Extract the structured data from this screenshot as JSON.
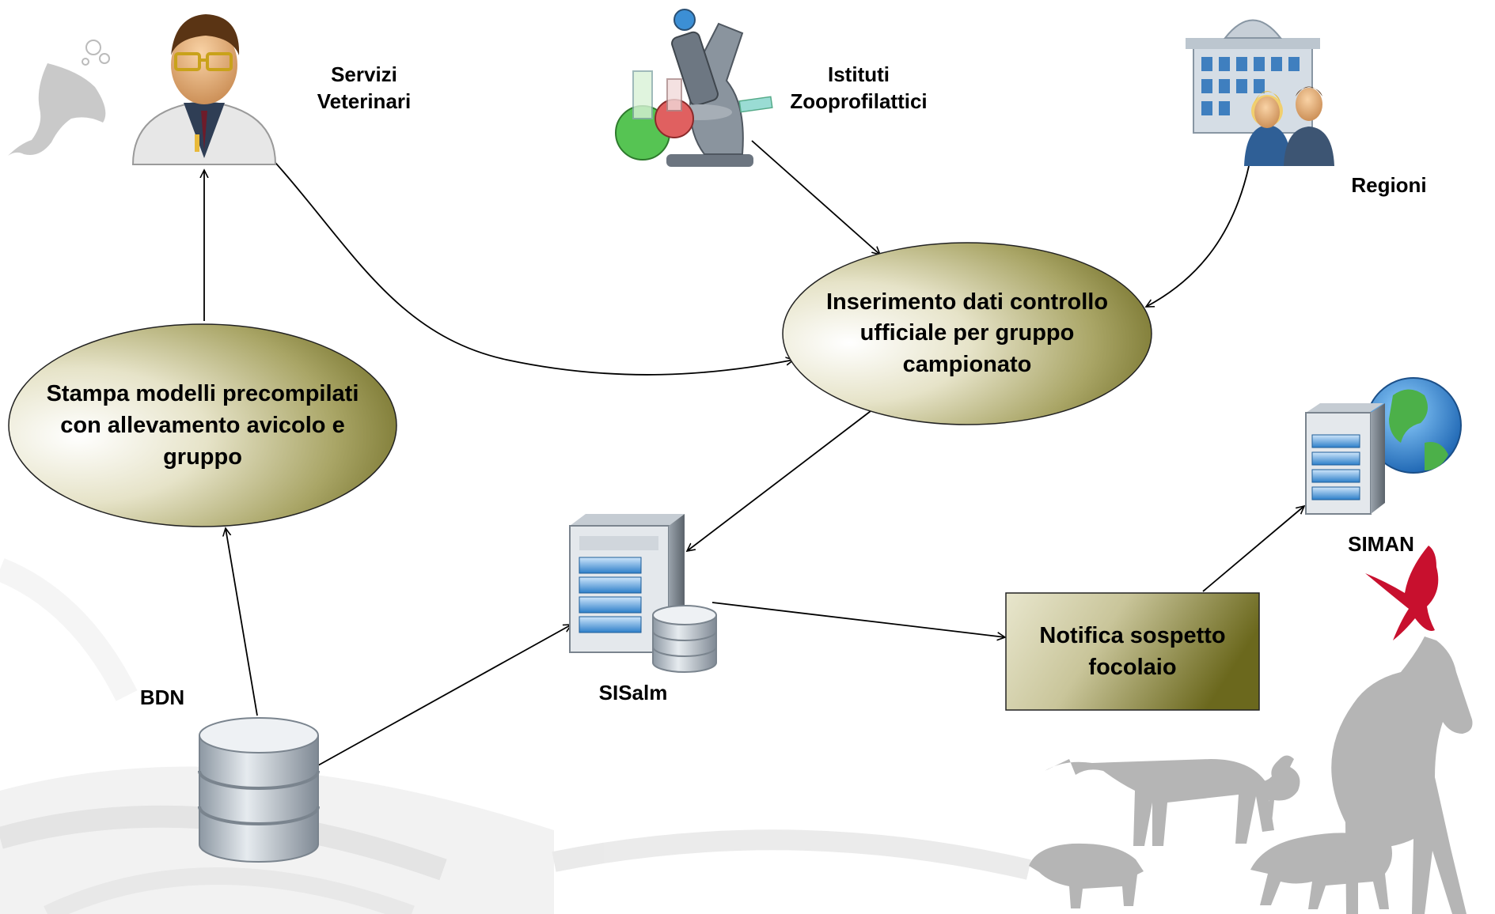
{
  "actors": {
    "vet": {
      "line1": "Servizi",
      "line2": "Veterinari",
      "icon": "veterinarian-icon"
    },
    "izs": {
      "line1": "Istituti",
      "line2": "Zooprofilattici",
      "icon": "laboratory-microscope-icon"
    },
    "regioni": {
      "label": "Regioni",
      "icon": "government-building-icon"
    }
  },
  "processes": {
    "inserimento": {
      "line1": "Inserimento dati controllo",
      "line2": "ufficiale per gruppo",
      "line3": "campionato"
    },
    "stampa": {
      "line1": "Stampa modelli precompilati",
      "line2": "con allevamento avicolo e",
      "line3": "gruppo"
    },
    "notifica": {
      "line1": "Notifica sospetto",
      "line2": "focolaio"
    }
  },
  "systems": {
    "bdn": {
      "label": "BDN",
      "icon": "database-icon"
    },
    "sisalm": {
      "label": "SISalm",
      "icon": "server-database-icon"
    },
    "siman": {
      "label": "SIMAN",
      "icon": "server-globe-icon"
    }
  },
  "colors": {
    "ellipse_light": "#ffffff",
    "ellipse_mid": "#d7d3ae",
    "ellipse_dark": "#6e6b1d",
    "box_light": "#e2dfc3",
    "box_dark": "#6f6c21",
    "silhouette": "#b8b8b8",
    "line": "#000000",
    "bird_red": "#c8102e"
  }
}
